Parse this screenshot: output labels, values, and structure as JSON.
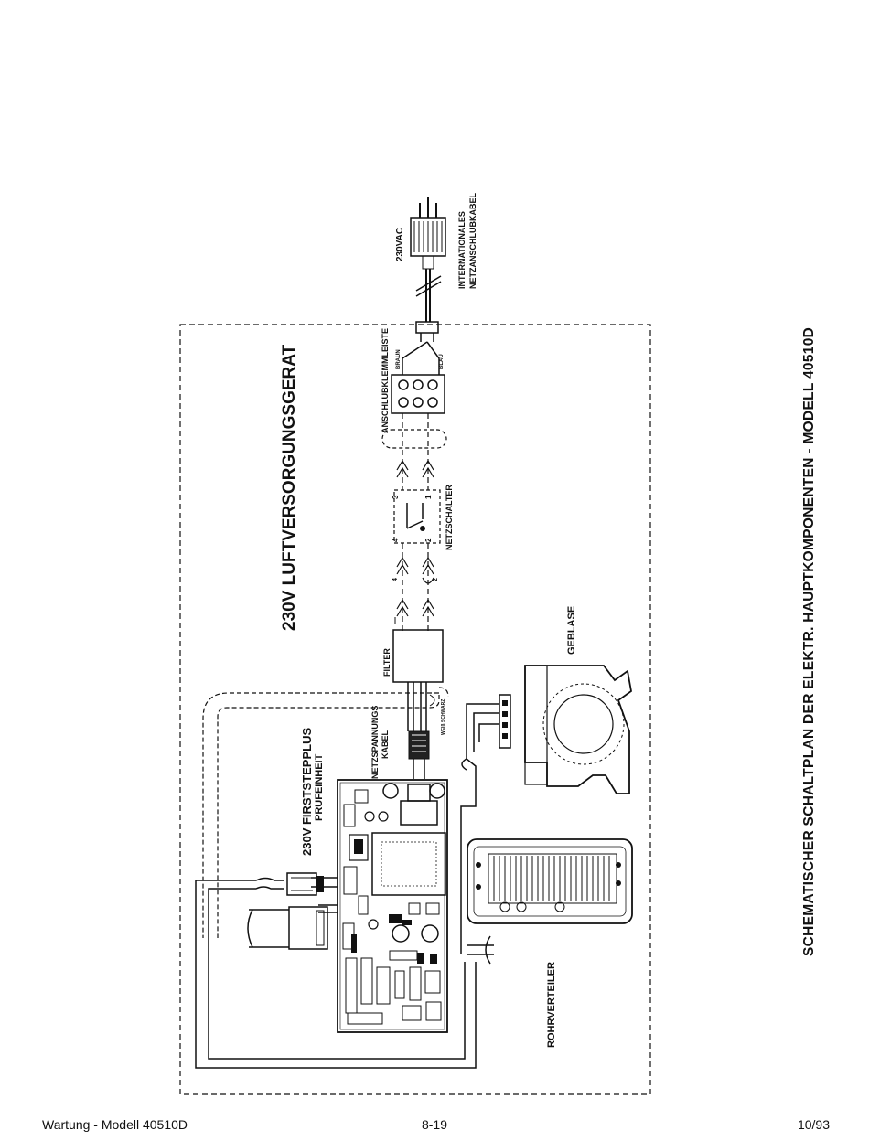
{
  "page_title": "SCHEMATISCHER SCHALTPLAN DER ELEKTR. HAUPTKOMPONENTEN - MODELL 40510D",
  "footer": {
    "left": "Wartung - Modell 40510D",
    "center": "8-19",
    "right": "10/93"
  },
  "labels": {
    "enclosure": "230V LUFTVERSORGUNGSGERAT",
    "voltage": "230VAC",
    "cord_line1": "INTERNATIONALES",
    "cord_line2": "NETZANSCHLUBKABEL",
    "terminal_strip": "ANSCHLUBKLEMMLEISTE",
    "terminal_brown": "BRAUN",
    "terminal_blue": "BLAU",
    "power_switch": "NETZSCHALTER",
    "switch_pin1": "1",
    "switch_pin2": "2",
    "switch_pin3": "3",
    "switch_pin4": "4",
    "filter": "FILTER",
    "blower": "GEBLASE",
    "mains_cable_line1": "NETZSPANNUNGS",
    "mains_cable_line2": "KABEL",
    "wire_black": "SCHWARZ",
    "wire_white": "WEIß",
    "tester_line1": "230V FIRSTSTEPPLUS",
    "tester_line2": "PRUFEINHEIT",
    "manifold": "ROHRVERTEILER"
  }
}
